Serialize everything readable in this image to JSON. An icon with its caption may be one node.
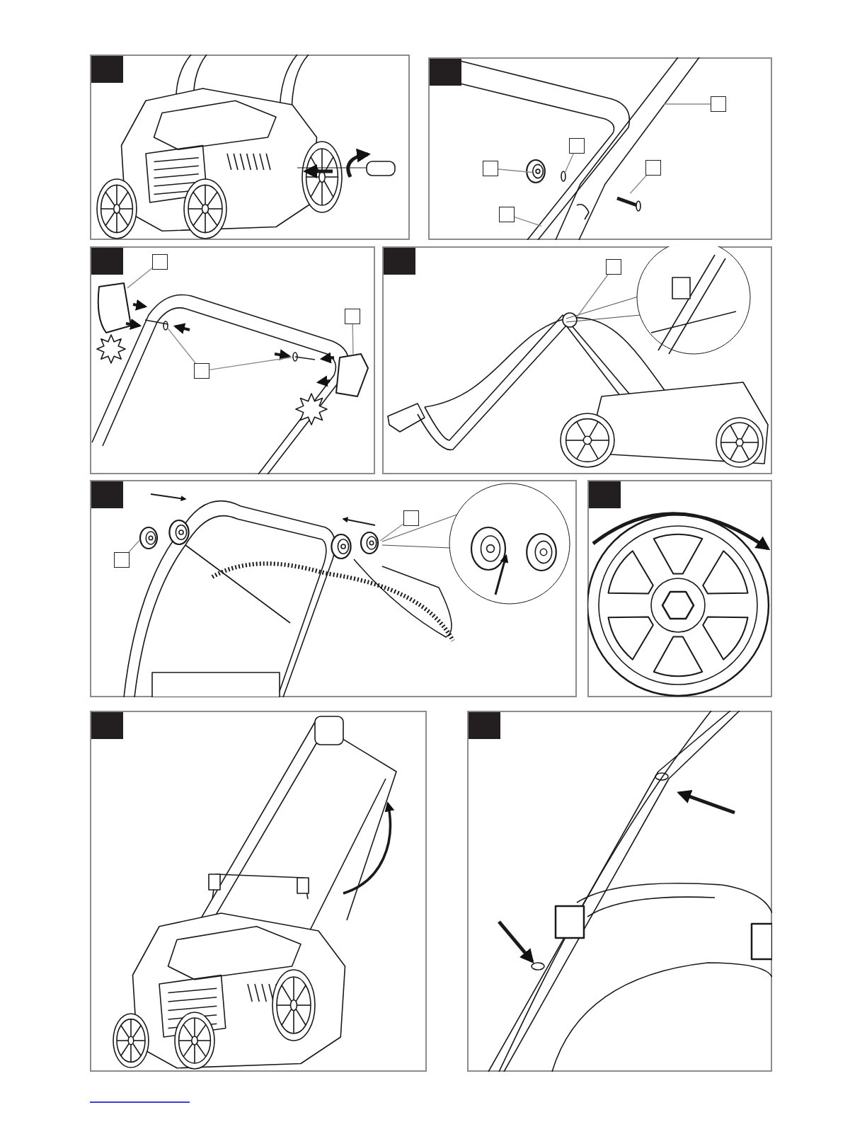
{
  "diagram": {
    "nodes": [
      {
        "text": [],
        "shape": "box"
      },
      {
        "text": [],
        "shape": "box"
      },
      {
        "text": [],
        "shape": "box"
      },
      {
        "text": [],
        "shape": "box"
      },
      {
        "text": [],
        "shape": "box"
      },
      {
        "text": [],
        "shape": "box"
      },
      {
        "text": [],
        "shape": "box"
      },
      {
        "text": [],
        "shape": "box"
      },
      {
        "text": [],
        "shape": "box",
        "in": 0
      },
      {
        "text": [],
        "shape": "box",
        "in": 1
      },
      {
        "text": [],
        "shape": "box",
        "in": 2
      },
      {
        "text": [],
        "shape": "box",
        "in": 3
      },
      {
        "text": [],
        "shape": "box",
        "in": 4
      },
      {
        "text": [],
        "shape": "box",
        "in": 5
      },
      {
        "text": [],
        "shape": "box",
        "in": 6
      },
      {
        "text": [],
        "shape": "box",
        "in": 7
      },
      {
        "text": [],
        "shape": "box",
        "in": 1
      },
      {
        "text": [],
        "shape": "box",
        "in": 1
      },
      {
        "text": [],
        "shape": "box",
        "in": 1
      },
      {
        "text": [],
        "shape": "box",
        "in": 1
      },
      {
        "text": [],
        "shape": "box",
        "in": 1
      },
      {
        "text": [],
        "shape": "box",
        "in": 2
      },
      {
        "text": [],
        "shape": "box",
        "in": 2
      },
      {
        "text": [],
        "shape": "box",
        "in": 2
      },
      {
        "text": [],
        "shape": "box",
        "in": 3
      },
      {
        "text": [],
        "shape": "box",
        "in": 4
      },
      {
        "text": [],
        "shape": "box",
        "in": 4
      }
    ],
    "edges": [
      {
        "from": 16,
        "to": null,
        "arrow": "none"
      },
      {
        "from": 17,
        "to": null,
        "arrow": "none"
      },
      {
        "from": 18,
        "to": null,
        "arrow": "none"
      },
      {
        "from": 19,
        "to": null,
        "arrow": "none"
      },
      {
        "from": 20,
        "to": null,
        "arrow": "none"
      },
      {
        "from": 21,
        "to": null,
        "arrow": "none"
      },
      {
        "from": 22,
        "to": null,
        "arrow": "none"
      },
      {
        "from": 23,
        "to": null,
        "arrow": "none"
      },
      {
        "from": 23,
        "to": null,
        "arrow": "none"
      },
      {
        "from": 24,
        "to": null,
        "arrow": "none"
      },
      {
        "from": 25,
        "to": null,
        "arrow": "none"
      },
      {
        "from": 26,
        "to": null,
        "arrow": "none"
      }
    ]
  }
}
